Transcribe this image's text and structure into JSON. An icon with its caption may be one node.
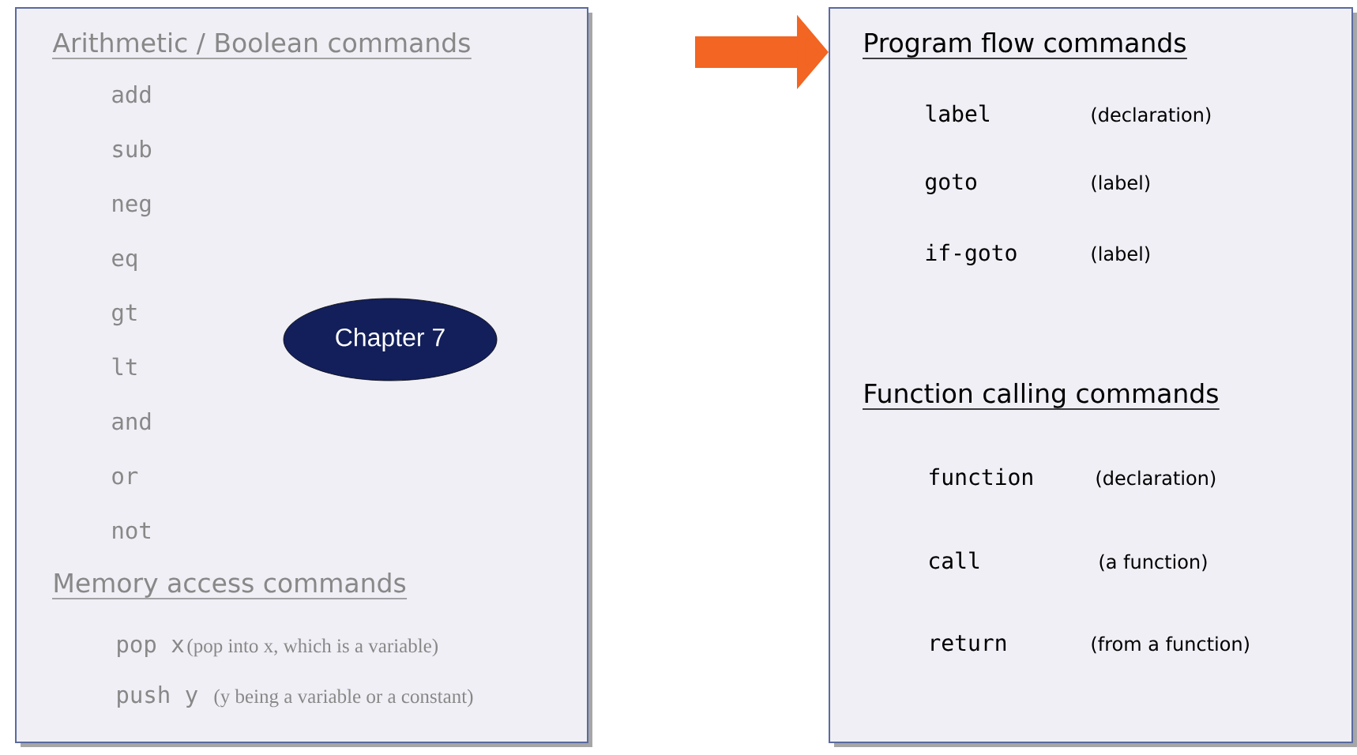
{
  "diagram": {
    "nodes": [
      {
        "text": [
          "Arithmetic / Boolean commands",
          "add",
          "sub",
          "neg",
          "eq",
          "gt",
          "lt",
          "and",
          "or",
          "not",
          "Memory access commands",
          "pop x",
          "(pop into x, which is a variable)",
          "push y",
          "(y being a variable or a constant)"
        ]
      },
      {
        "text": [
          "Chapter 7"
        ],
        "in": 0
      },
      {
        "text": [
          "Program flow commands",
          "label",
          "(declaration)",
          "goto",
          "(label)",
          "if-goto",
          "(label)",
          "Function calling commands",
          "function",
          "(declaration)",
          "call",
          "(a function)",
          "return",
          "(from a function)"
        ]
      }
    ],
    "edges": [
      {
        "from": null,
        "to": 2,
        "arrow": "to"
      }
    ]
  }
}
